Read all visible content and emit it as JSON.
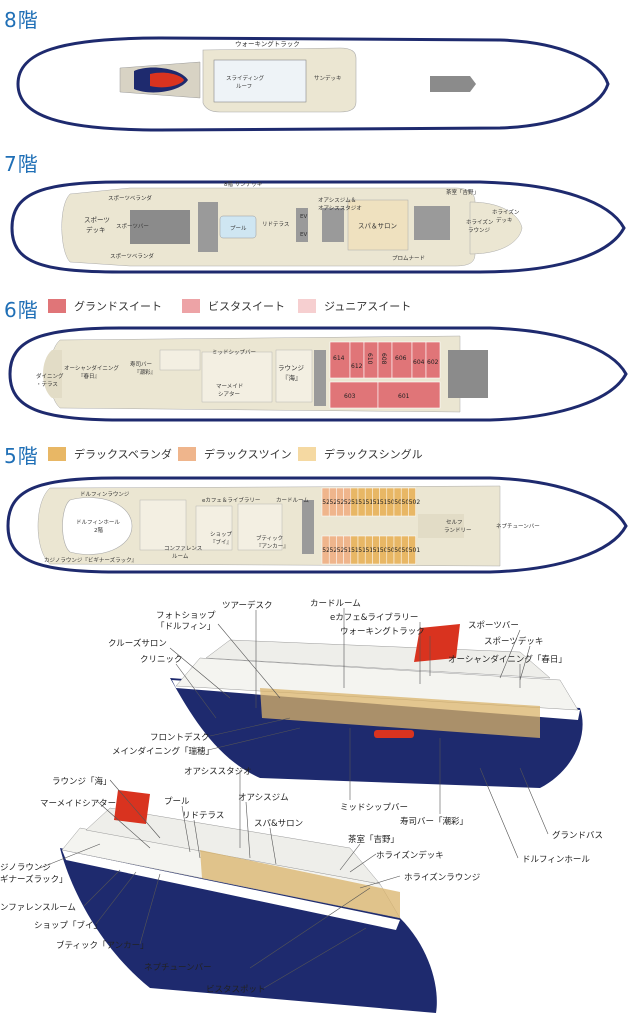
{
  "decks": {
    "d8": {
      "title": "8階",
      "labels": {
        "walking_track": "ウォーキングトラック",
        "sliding_roof_1": "スライディング",
        "sliding_roof_2": "ルーフ",
        "sun_deck": "サンデッキ"
      }
    },
    "d7": {
      "title": "7階",
      "labels": {
        "sun_deck_8f": "8階 サンデッキ",
        "sports_veranda_top": "スポーツベランダ",
        "sports_deck_1": "スポーツ",
        "sports_deck_2": "デッキ",
        "sports_bar": "スポーツバー",
        "sports_veranda_bottom": "スポーツベランダ",
        "pool": "プール",
        "lido_terrace": "リドテラス",
        "oasis_1": "オアシスジム＆",
        "oasis_2": "オアシススタジオ",
        "spa": "スパ＆サロン",
        "promenade": "プロムナード",
        "tea_room": "茶室「吉野」",
        "horizon_lounge_1": "ホライズン",
        "horizon_lounge_2": "ラウンジ",
        "horizon_deck_1": "ホライズン",
        "horizon_deck_2": "デッキ",
        "ev": "EV"
      }
    },
    "d6": {
      "title": "6階",
      "legend": [
        "グランドスイート",
        "ビスタスイート",
        "ジュニアスイート"
      ],
      "labels": {
        "ocean_dining_1": "オーシャンダイニング",
        "ocean_dining_2": "『春日』",
        "dining_terrace_1": "ダイニング",
        "dining_terrace_2": "・テラス",
        "sushi_1": "寿司バー",
        "sushi_2": "『潮彩』",
        "midship": "ミッドシップバー",
        "mermaid_1": "マーメイド",
        "mermaid_2": "シアター",
        "lounge_1": "ラウンジ",
        "lounge_2": "『海』"
      },
      "cabins": [
        "614",
        "612",
        "610",
        "608",
        "606",
        "604",
        "602",
        "603",
        "601"
      ]
    },
    "d5": {
      "title": "5階",
      "legend": [
        "デラックスベランダ",
        "デラックスツイン",
        "デラックスシングル"
      ],
      "labels": {
        "dolphin_lounge": "ドルフィンラウンジ",
        "dolphin_hall_1": "ドルフィンホール",
        "dolphin_hall_2": "2階",
        "casino": "カジノラウンジ『ビギナーズラック』",
        "cafe": "eカフェ＆ライブラリー",
        "card_room": "カードルーム",
        "conference_1": "コンファレンス",
        "conference_2": "ルーム",
        "shop_1": "ショップ",
        "shop_2": "『ブイ』",
        "boutique_1": "ブティック",
        "boutique_2": "『アンカー』",
        "laundry_1": "セルフ",
        "laundry_2": "ランドリー",
        "neptune": "ネプチューンバー"
      },
      "cabins_top": [
        "526",
        "524",
        "522",
        "520",
        "518",
        "516",
        "514",
        "512",
        "510",
        "508",
        "506",
        "504",
        "502"
      ],
      "cabins_bottom": [
        "525",
        "523",
        "521",
        "519",
        "517",
        "515",
        "513",
        "511",
        "509",
        "507",
        "505",
        "503",
        "501"
      ]
    }
  },
  "callouts": {
    "upper_ship": [
      "ツアーデスク",
      "カードルーム",
      "フォトショップ",
      "「ドルフィン」",
      "eカフェ&ライブラリー",
      "ウォーキングトラック",
      "クルーズサロン",
      "スポーツバー",
      "スポーツデッキ",
      "クリニック",
      "オーシャンダイニング「春日」",
      "フロントデスク",
      "メインダイニング「瑞穂」",
      "ミッドシップバー",
      "寿司バー「潮彩」",
      "グランドバス",
      "ドルフィンホール"
    ],
    "lower_ship": [
      "ラウンジ「海」",
      "オアシススタジオ",
      "マーメイドシアター",
      "プール",
      "オアシスジム",
      "リドテラス",
      "スパ&サロン",
      "茶室「吉野」",
      "ホライズンデッキ",
      "ジノラウンジ",
      "ギナーズラック」",
      "ホライズンラウンジ",
      "ンファレンスルーム",
      "ショップ「ブイ」",
      "ブティック「アンカー」",
      "ネプチューンバー",
      "ビスタスポット"
    ]
  },
  "colors": {
    "hull": "#1e2a6e",
    "deck_bg": "#ebe6d2",
    "grand_suite": "#e07578",
    "vista_suite": "#eda3a6",
    "junior_suite": "#f6cfd0",
    "deluxe_veranda": "#e8b765",
    "deluxe_twin": "#efb58c",
    "deluxe_single": "#f5d9a2",
    "title": "#1f6fb6",
    "funnel": "#d9331f"
  }
}
